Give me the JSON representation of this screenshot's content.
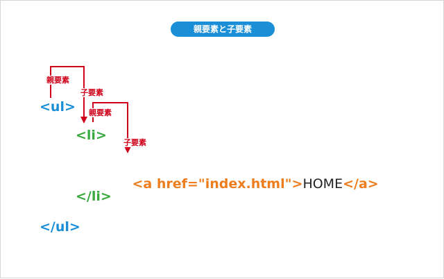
{
  "title": "親要素と子要素",
  "code": {
    "ul_open": "<ul>",
    "li_open": "<li>",
    "a_open": "<a href=\"index.html\">",
    "a_text": "HOME",
    "a_close": "</a>",
    "li_close": "</li>",
    "ul_close": "</ul>"
  },
  "annotations": {
    "parent_1": "親要素",
    "child_1": "子要素",
    "parent_2": "親要素",
    "child_2": "子要素"
  },
  "colors": {
    "ul": "#1a8ed6",
    "li": "#3aa93f",
    "a": "#ee7d1e",
    "arrow": "#d0021b",
    "title_bg": "#1a8ed6"
  }
}
